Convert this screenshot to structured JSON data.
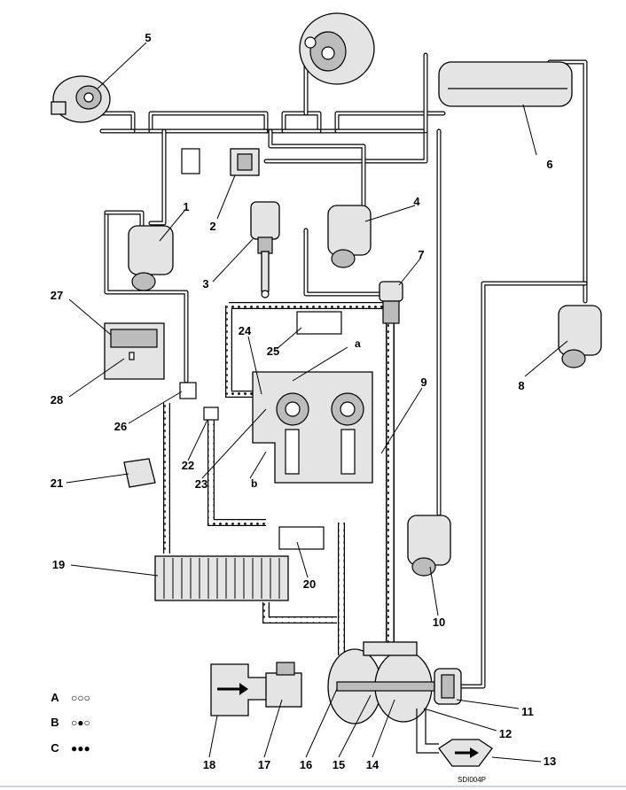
{
  "callouts": [
    "1",
    "2",
    "3",
    "4",
    "5",
    "6",
    "7",
    "8",
    "9",
    "10",
    "11",
    "12",
    "13",
    "14",
    "15",
    "16",
    "17",
    "18",
    "19",
    "20",
    "21",
    "22",
    "23",
    "24",
    "25",
    "26",
    "27",
    "28"
  ],
  "sub_labels": {
    "a": "a",
    "b": "b"
  },
  "legend": [
    {
      "key": "A",
      "symbol": "○○○"
    },
    {
      "key": "B",
      "symbol": "○●○"
    },
    {
      "key": "C",
      "symbol": "●●●"
    }
  ],
  "figure_code": "SDI004P",
  "colors": {
    "line": "#000000",
    "component_fill": "#e4e4e4",
    "background": "#ffffff"
  }
}
